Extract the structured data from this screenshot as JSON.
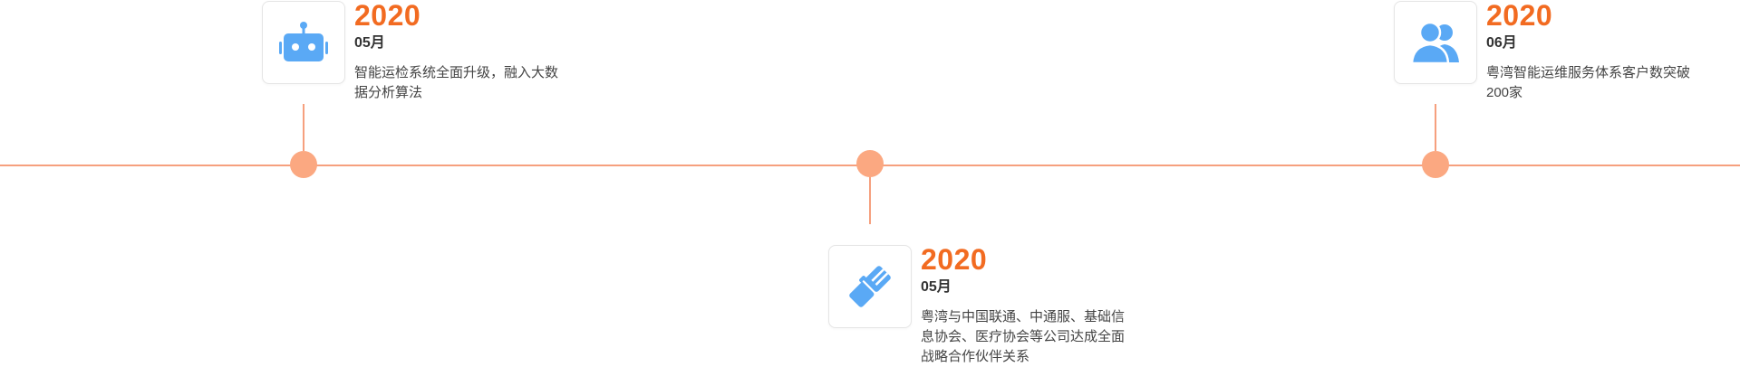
{
  "colors": {
    "accent": "#f26b21",
    "line": "#f6a07e",
    "dot": "#fba881",
    "icon": "#5aa9f5"
  },
  "milestones": [
    {
      "icon": "robot-icon",
      "year": "2020",
      "month": "05月",
      "description": "智能运检系统全面升级，融入大数据分析算法"
    },
    {
      "icon": "handshake-icon",
      "year": "2020",
      "month": "05月",
      "description": "粤湾与中国联通、中通服、基础信息协会、医疗协会等公司达成全面战略合作伙伴关系"
    },
    {
      "icon": "users-icon",
      "year": "2020",
      "month": "06月",
      "description": "粤湾智能运维服务体系客户数突破200家"
    }
  ]
}
